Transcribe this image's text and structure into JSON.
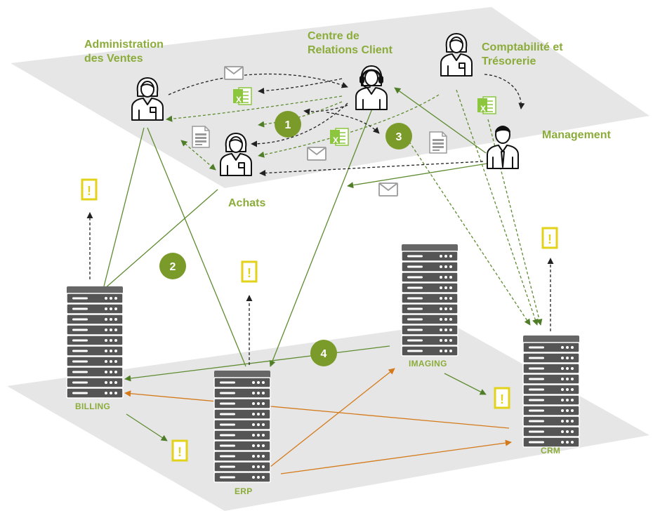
{
  "roles": {
    "admin_ventes": [
      "Administration",
      "des Ventes"
    ],
    "centre_relations": [
      "Centre de",
      "Relations Client"
    ],
    "comptabilite": [
      "Comptabilité et",
      "Trésorerie"
    ],
    "management": "Management",
    "achats": "Achats"
  },
  "servers": {
    "billing": "BILLING",
    "erp": "ERP",
    "imaging": "IMAGING",
    "crm": "CRM"
  },
  "steps": [
    "1",
    "2",
    "3",
    "4"
  ],
  "alert_glyph": "!",
  "excel_glyph": "X",
  "colors": {
    "green": "#5e8c31",
    "label_green": "#8bac3a",
    "badge": "#7a9a2a",
    "orange": "#d47a1a",
    "alert": "#e3d21a",
    "plane": "#e6e6e6",
    "server": "#555555",
    "excel": "#8cc63f",
    "doc_grey": "#9a9a9a"
  }
}
